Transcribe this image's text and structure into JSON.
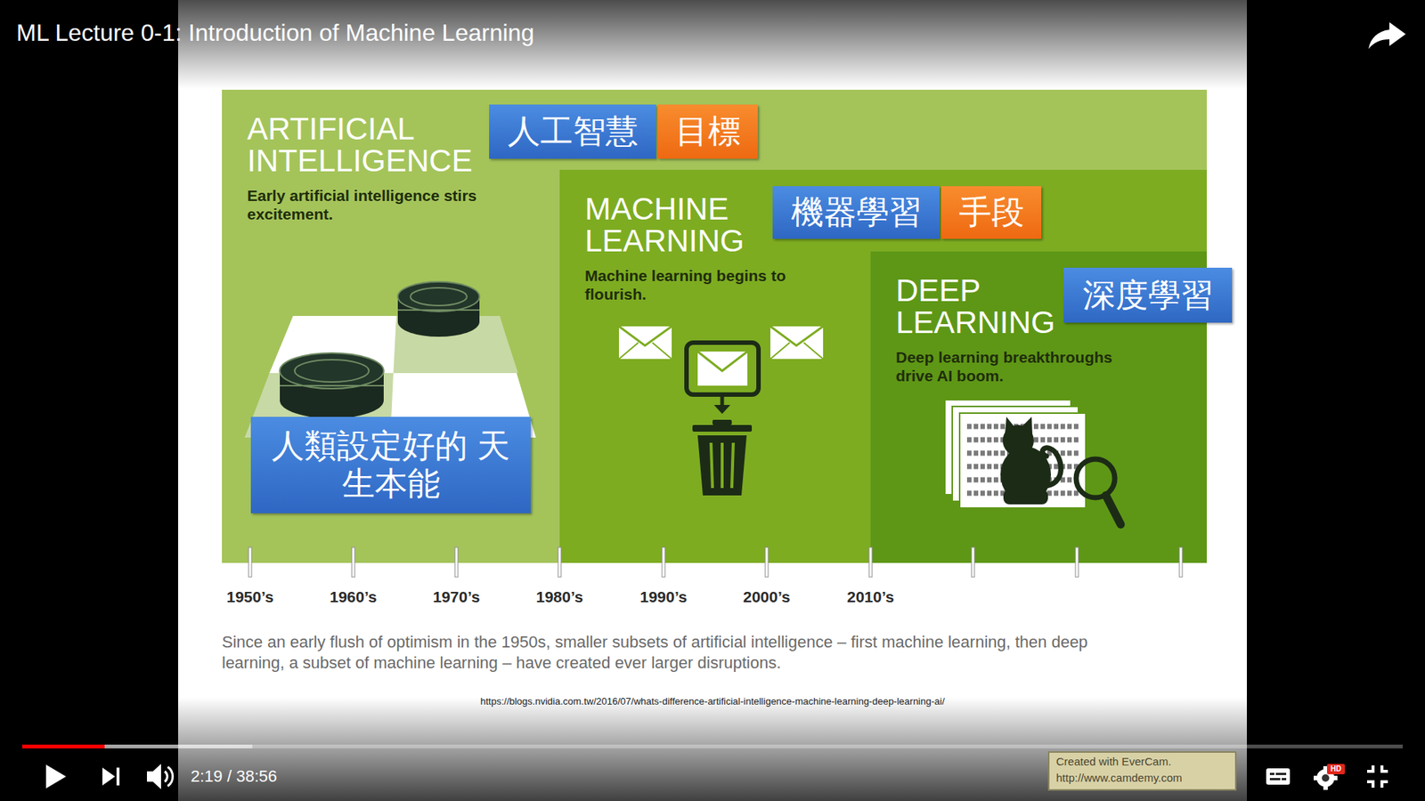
{
  "diagram": {
    "title": "ML Lecture 0-1: Introduction of Machine Learning",
    "caption": "Since an early flush of optimism in the 1950s, smaller subsets of artificial intelligence – first machine learning, then deep learning, a subset of machine learning – have created ever larger disruptions.",
    "nodes": [
      {
        "text": [
          "ARTIFICIAL INTELLIGENCE",
          "Early artificial intelligence stirs excitement."
        ]
      },
      {
        "text": [
          "人工智慧"
        ],
        "in": 0
      },
      {
        "text": [
          "目標"
        ],
        "in": 0
      },
      {
        "text": [
          "人類設定好的 天生本能"
        ],
        "in": 0
      },
      {
        "text": [
          "MACHINE LEARNING",
          "Machine learning begins to flourish."
        ],
        "in": 0
      },
      {
        "text": [
          "機器學習"
        ],
        "in": 4
      },
      {
        "text": [
          "手段"
        ],
        "in": 4
      },
      {
        "text": [
          "DEEP LEARNING",
          "Deep learning breakthroughs drive AI boom."
        ],
        "in": 4
      },
      {
        "text": [
          "深度學習"
        ],
        "in": 7
      }
    ],
    "labels": [
      "1950’s",
      "1960’s",
      "1970’s",
      "1980’s",
      "1990’s",
      "2000’s",
      "2010’s",
      "https://blogs.nvidia.com.tw/2016/07/whats-difference-artificial-intelligence-machine-learning-deep-learning-ai/",
      "2:19 / 38:56",
      "Created with EverCam.",
      "http://www.camdemy.com",
      "HD"
    ]
  }
}
